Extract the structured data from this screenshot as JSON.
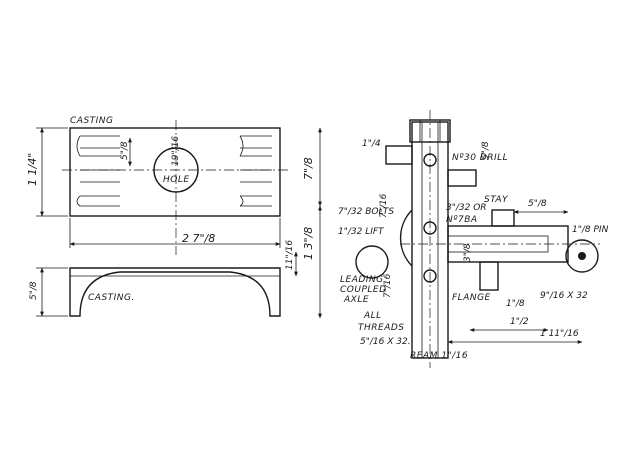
{
  "labels": {
    "casting_top": "CASTING",
    "casting_bottom": "CASTING.",
    "hole": "HOLE",
    "hole_size": "19\"/16",
    "dim_5_8_top": "5\"/8",
    "dim_1_1_4": "1 1/4\"",
    "dim_2_7_8": "2 7\"/8",
    "dim_11_16": "11\"/16",
    "dim_5_8_bottom": "5\"/8",
    "dim_1_4": "1\"/4",
    "dim_7_8": "7\"/8",
    "no30_drill": "Nº30 DRILL",
    "dim_5_8_drill": "5\"/8",
    "stay": "STAY",
    "dim_3_32_or": "3\"/32 OR",
    "no7ba": "Nº7BA",
    "dim_5_8_right": "5\"/8",
    "pin": "1\"/8 PIN",
    "bolts": "7\"/32 BOLTS",
    "lift": "1\"/32 LIFT",
    "dim_7_16_a": "7\"/16",
    "dim_1_3_8": "1 3\"/8",
    "dim_3_8_center": "3\"/8",
    "leading_coupled_axle": [
      "LEADING",
      "COUPLED",
      "AXLE"
    ],
    "dim_7_16_b": "7\"/16",
    "flange": "FLANGE",
    "dim_1_8": "1\"/8",
    "dim_9_16x32": "9\"/16 X 32",
    "dim_1_2": "1\"/2",
    "all_threads": [
      "ALL",
      "THREADS"
    ],
    "dim_5_16x32": "5\"/16 X 32.",
    "ream": "REAM 1\"/16",
    "dim_1_11_16": "1 11\"/16"
  },
  "colors": {
    "ink": "#1a1a1a",
    "paper": "#ffffff"
  }
}
